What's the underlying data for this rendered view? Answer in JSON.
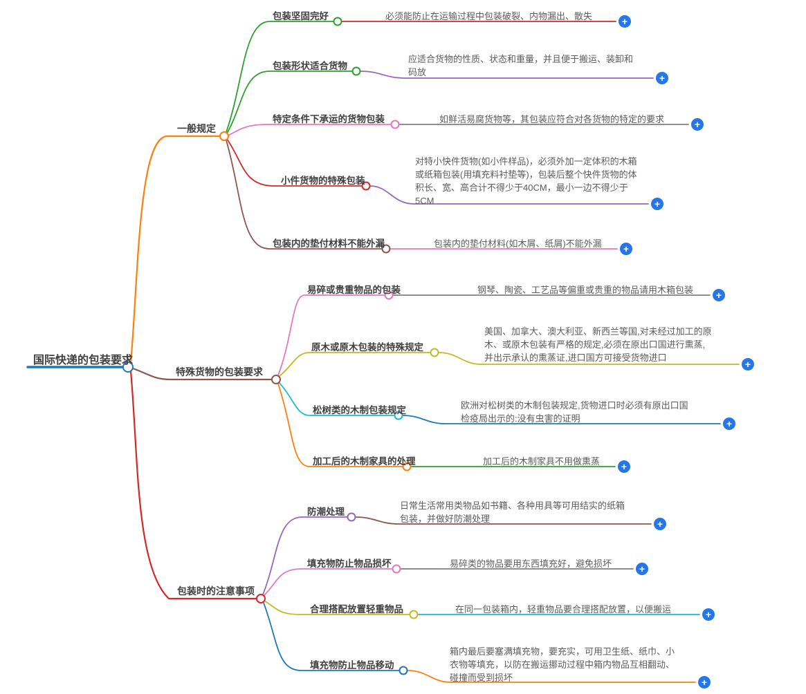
{
  "mindmap": {
    "root": {
      "label": "国际快递的包装要求",
      "color": "#1f77b4"
    },
    "branches": [
      {
        "label": "一般规定",
        "color": "#ff7f0e",
        "children": [
          {
            "label": "包装坚固完好",
            "color": "#2ca02c",
            "desc_color": "#d62728",
            "desc": "必须能防止在运输过程中包装破裂、内物漏出、散失"
          },
          {
            "label": "包装形状适合货物",
            "color": "#2ca02c",
            "desc_color": "#9467bd",
            "desc": "应适合货物的性质、状态和重量，并且便于搬运、装卸和码放"
          },
          {
            "label": "特定条件下承运的货物包装",
            "color": "#e377c2",
            "desc_color": "#7f7f7f",
            "desc": "如鲜活易腐货物等，其包装应符合对各货物的特定的要求"
          },
          {
            "label": "小件货物的特殊包装",
            "color": "#d62728",
            "desc_color": "#9467bd",
            "desc": "对特小快件货物(如小件样品)，必须外加一定体积的木箱或纸箱包装(用填充料衬垫等)，包装后整个快件货物的体积长、宽、高合计不得少于40CM，最小一边不得少于5CM"
          },
          {
            "label": "包装内的垫付材料不能外漏",
            "color": "#8c564b",
            "desc_color": "#e377c2",
            "desc": "包装内的垫付材料(如木屑、纸屑)不能外漏"
          }
        ]
      },
      {
        "label": "特殊货物的包装要求",
        "color": "#8c564b",
        "children": [
          {
            "label": "易碎或贵重物品的包装",
            "color": "#e377c2",
            "desc_color": "#7f7f7f",
            "desc": "钢琴、陶瓷、工艺品等偏重或贵重的物品请用木箱包装"
          },
          {
            "label": "原木或原木包装的特殊规定",
            "color": "#bcbd22",
            "desc_color": "#bcbd22",
            "desc": "美国、加拿大、澳大利亚、新西兰等国,对未经过加工的原木、或原木包装有严格的规定,必须在原出口国进行熏蒸,并出示承认的熏蒸证,进口国方可接受货物进口"
          },
          {
            "label": "松树类的木制包装规定",
            "color": "#17becf",
            "desc_color": "#1f77b4",
            "desc": "欧洲对松树类的木制包装规定,货物进口时必须有原出口国检疫局出示的:没有虫害的证明"
          },
          {
            "label": "加工后的木制家具的处理",
            "color": "#ff7f0e",
            "desc_color": "#2ca02c",
            "desc": "加工后的木制家具不用做熏蒸"
          }
        ]
      },
      {
        "label": "包装时的注意事项",
        "color": "#d62728",
        "children": [
          {
            "label": "防潮处理",
            "color": "#9467bd",
            "desc_color": "#8c564b",
            "desc": "日常生活常用类物品如书籍、各种用具等可用结实的纸箱包装，并做好防潮处理"
          },
          {
            "label": "填充物防止物品损坏",
            "color": "#e377c2",
            "desc_color": "#7f7f7f",
            "desc": "易碎类的物品要用东西填充好，避免损坏"
          },
          {
            "label": "合理搭配放置轻重物品",
            "color": "#bcbd22",
            "desc_color": "#17becf",
            "desc": "在同一包装箱内，轻重物品要合理搭配放置，以便搬运"
          },
          {
            "label": "填充物防止物品移动",
            "color": "#1f77b4",
            "desc_color": "#ff7f0e",
            "desc": "箱内最后要塞满填充物，要充实，可用卫生纸、纸巾、小衣物等填充，以防在搬运挪动过程中箱内物品互相翻动、碰撞而受到损坏"
          }
        ]
      }
    ],
    "ui": {
      "expand_glyph": "+",
      "expand_color": "#2577e8",
      "label_color": "#3f3f3f",
      "desc_color_text": "#5b5b5b"
    }
  }
}
